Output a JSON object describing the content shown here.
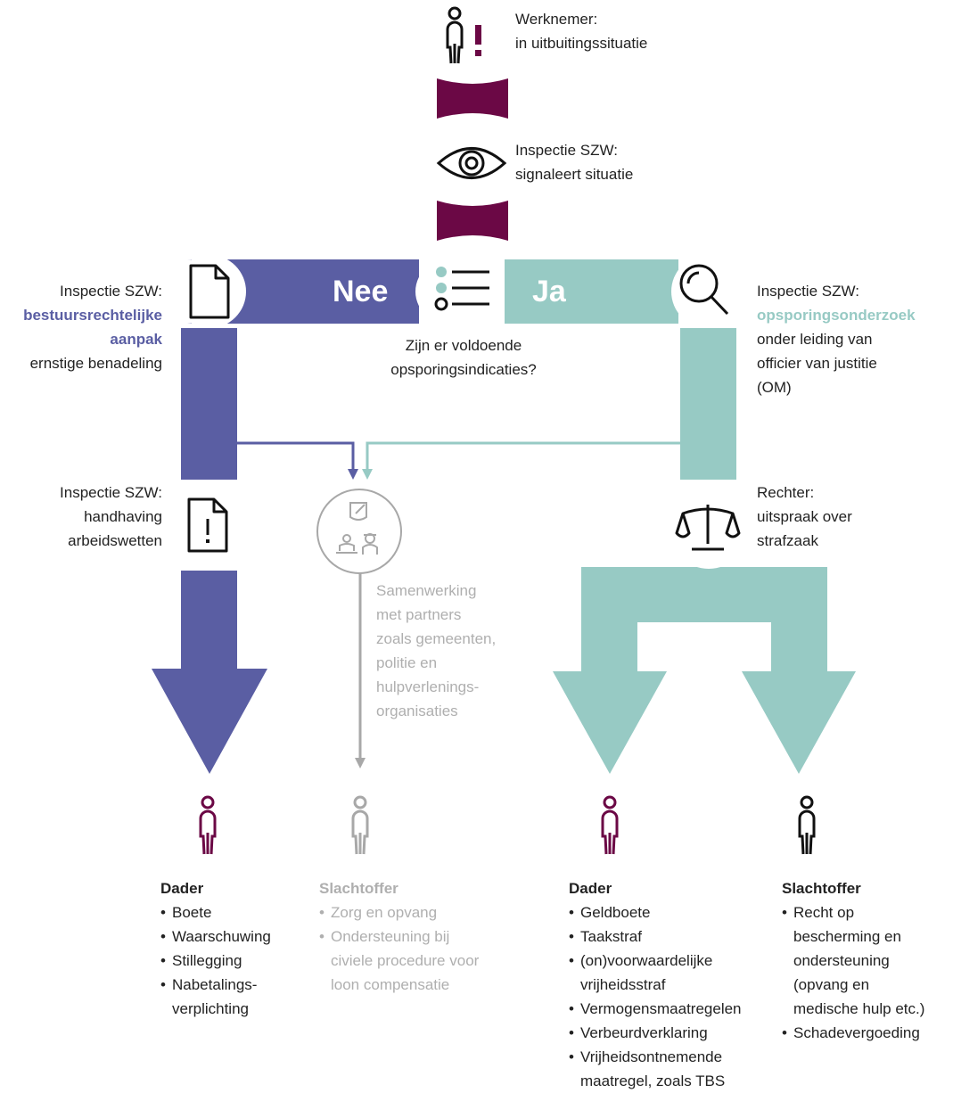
{
  "colors": {
    "purple": "#5A5EA3",
    "teal": "#97CAC4",
    "maroon": "#6B0845",
    "grey": "#A8A8A8"
  },
  "icons": [
    "person-alert-icon",
    "eye-icon",
    "checklist-icon",
    "document-icon",
    "magnifier-icon",
    "document-warning-icon",
    "scales-icon",
    "partners-icon",
    "person-icon"
  ],
  "start": {
    "title": "Werknemer:",
    "subtitle": "in uitbuitingssituatie"
  },
  "signal": {
    "title": "Inspectie SZW:",
    "subtitle": "signaleert situatie"
  },
  "decision": {
    "no_label": "Nee",
    "yes_label": "Ja",
    "question_line1": "Zijn er voldoende",
    "question_line2": "opsporingsindicaties?"
  },
  "left_branch": {
    "title": "Inspectie SZW:",
    "highlight_line1": "bestuursrechtelijke",
    "highlight_line2": "aanpak",
    "detail": "ernstige benadeling",
    "second_title": "Inspectie SZW:",
    "second_line1": "handhaving",
    "second_line2": "arbeidswetten"
  },
  "right_branch": {
    "title": "Inspectie SZW:",
    "highlight": "opsporingsonderzoek",
    "detail_line1": "onder leiding van",
    "detail_line2": "officier van justitie",
    "detail_line3": "(OM)",
    "court_title": "Rechter:",
    "court_line1": "uitspraak over",
    "court_line2": "strafzaak"
  },
  "partners": {
    "lines": [
      "Samenwerking",
      "met partners",
      "zoals gemeenten,",
      "politie en",
      "hulpverlenings-",
      "organisaties"
    ]
  },
  "outcomes": {
    "admin_perpetrator": {
      "title": "Dader",
      "items": [
        [
          "Boete"
        ],
        [
          "Waarschuwing"
        ],
        [
          "Stillegging"
        ],
        [
          "Nabetalings-",
          "verplichting"
        ]
      ]
    },
    "victim_partner": {
      "title": "Slachtoffer",
      "items": [
        [
          "Zorg en opvang"
        ],
        [
          "Ondersteuning bij",
          "civiele procedure voor",
          "loon compensatie"
        ]
      ]
    },
    "criminal_perpetrator": {
      "title": "Dader",
      "items": [
        [
          "Geldboete"
        ],
        [
          "Taakstraf"
        ],
        [
          "(on)voorwaardelijke",
          "vrijheidsstraf"
        ],
        [
          "Vermogensmaatregelen"
        ],
        [
          "Verbeurdverklaring"
        ],
        [
          "Vrijheidsontnemende",
          "maatregel, zoals TBS"
        ]
      ]
    },
    "criminal_victim": {
      "title": "Slachtoffer",
      "items": [
        [
          "Recht op",
          "bescherming en",
          "ondersteuning",
          "(opvang en",
          "medische hulp etc.)"
        ],
        [
          "Schadevergoeding"
        ]
      ]
    }
  }
}
